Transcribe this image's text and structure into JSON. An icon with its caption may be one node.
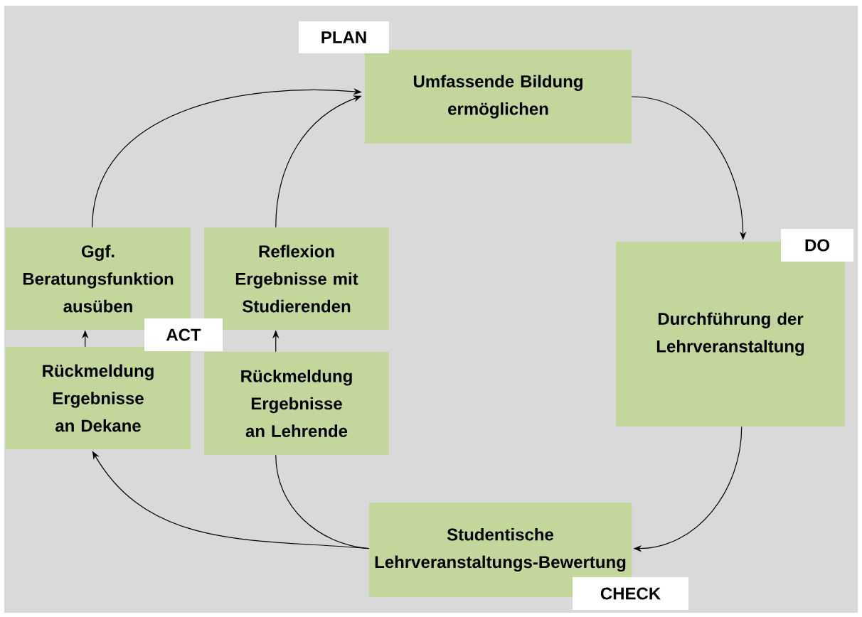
{
  "diagram": {
    "nodes": [
      {
        "text": [
          "Umfassende Bildung ermöglichen"
        ]
      },
      {
        "text": [
          "Durchführung der Lehrveranstaltung"
        ]
      },
      {
        "text": [
          "Studentische Lehrveranstaltungs-Bewertung"
        ]
      },
      {
        "text": [
          "Ggf. Beratungsfunktion ausüben"
        ]
      },
      {
        "text": [
          "Reflexion Ergebnisse mit Studierenden"
        ]
      },
      {
        "text": [
          "Rückmeldung Ergebnisse an Dekane"
        ]
      },
      {
        "text": [
          "Rückmeldung Ergebnisse an Lehrende"
        ]
      },
      {
        "text": [
          "PLAN"
        ]
      },
      {
        "text": [
          "DO"
        ]
      },
      {
        "text": [
          "ACT"
        ]
      },
      {
        "text": [
          "CHECK"
        ]
      }
    ],
    "edges": [
      {
        "from": 0,
        "to": 1,
        "arrow": "to"
      },
      {
        "from": 1,
        "to": 2,
        "arrow": "to"
      },
      {
        "from": 2,
        "to": 5,
        "arrow": "to"
      },
      {
        "from": 2,
        "to": 6,
        "arrow": "none"
      },
      {
        "from": 5,
        "to": 3,
        "arrow": "to"
      },
      {
        "from": 6,
        "to": 4,
        "arrow": "to"
      },
      {
        "from": 3,
        "to": 0,
        "arrow": "to"
      },
      {
        "from": 4,
        "to": 0,
        "arrow": "to"
      }
    ]
  }
}
